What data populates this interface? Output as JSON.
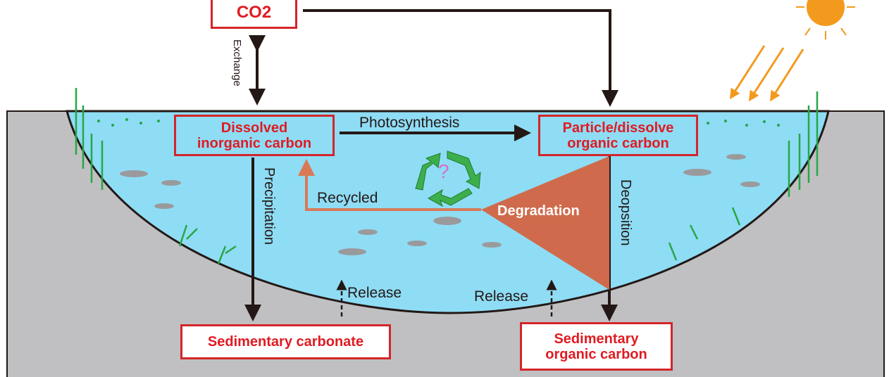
{
  "boxes": {
    "co2": "CO2",
    "dic_line1": "Dissolved",
    "dic_line2": "inorganic carbon",
    "poc_line1": "Particle/dissolve",
    "poc_line2": "organic carbon",
    "sed_carbonate": "Sedimentary carbonate",
    "soc_line1": "Sedimentary",
    "soc_line2": "organic carbon"
  },
  "labels": {
    "exchange": "Exchange",
    "photosynthesis": "Photosynthesis",
    "precipitation": "Precipitation",
    "deposition": "Deopsition",
    "recycled": "Recycled",
    "degradation": "Degradation",
    "release_left": "Release",
    "release_right": "Release",
    "question": "?"
  },
  "colors": {
    "water": "#8fdcf5",
    "ground": "#c0c0c2",
    "box_red": "#e01b22",
    "degradation": "#cf6b4c",
    "sun": "#f39a1e"
  }
}
